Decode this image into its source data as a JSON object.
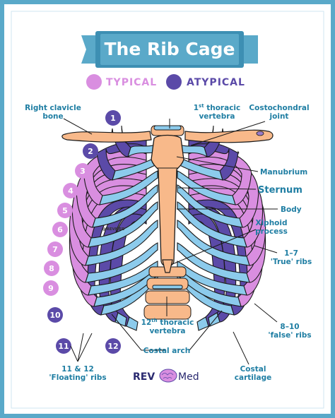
{
  "title": "The Rib Cage",
  "legend": {
    "typical": {
      "label": "TYPICAL",
      "color": "#d98ee0"
    },
    "atypical": {
      "label": "ATYPICAL",
      "color": "#5b4aa8"
    }
  },
  "colors": {
    "border": "#5aa9c9",
    "banner": "#5aa9c9",
    "label_text": "#1f7ea3",
    "bone": "#f8b98a",
    "cartilage": "#8ccbec",
    "outline": "#1a1a1a"
  },
  "rib_numbers": [
    "1",
    "2",
    "3",
    "4",
    "5",
    "6",
    "7",
    "8",
    "9",
    "10",
    "11",
    "12"
  ],
  "rib_types": [
    "atypical",
    "atypical",
    "typical",
    "typical",
    "typical",
    "typical",
    "typical",
    "typical",
    "typical",
    "atypical",
    "atypical",
    "atypical"
  ],
  "labels": {
    "right_clavicle": [
      "Right clavicle",
      "bone"
    ],
    "first_thoracic": {
      "num": "1",
      "sup": "st",
      "rest": " thoracic",
      "line2": "vertebra"
    },
    "costochondral": [
      "Costochondral",
      "joint"
    ],
    "manubrium": "Manubrium",
    "sternum": "Sternum",
    "body": "Body",
    "xiphoid": [
      "Xiphoid",
      "process"
    ],
    "true_ribs": [
      "1–7",
      "'True' ribs"
    ],
    "false_ribs": [
      "8–10",
      "'false' ribs"
    ],
    "twelfth_thoracic": {
      "num": "12",
      "sup": "th",
      "rest": " thoracic",
      "line2": "vertebra"
    },
    "costal_arch": "Costal arch",
    "costal_cartilage": [
      "Costal",
      "cartilage"
    ],
    "floating_ribs": [
      "11 & 12",
      "'Floating' ribs"
    ]
  },
  "watermark": "@REVMED",
  "brand": {
    "left": "REV",
    "right": "Med"
  }
}
